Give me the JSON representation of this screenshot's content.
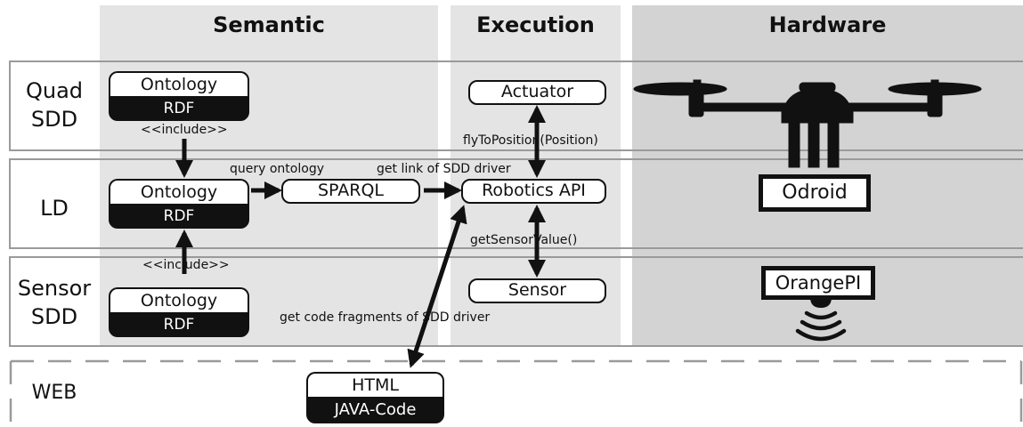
{
  "columns": {
    "semantic": "Semantic",
    "execution": "Execution",
    "hardware": "Hardware"
  },
  "rows": {
    "quad": [
      "Quad",
      "SDD"
    ],
    "ld": "LD",
    "sensor": [
      "Sensor",
      "SDD"
    ],
    "web": "WEB"
  },
  "nodes": {
    "quad_ontology": {
      "top": "Ontology",
      "bottom": "RDF"
    },
    "ld_ontology": {
      "top": "Ontology",
      "bottom": "RDF"
    },
    "sensor_ontology": {
      "top": "Ontology",
      "bottom": "RDF"
    },
    "sparql": "SPARQL",
    "actuator": "Actuator",
    "robotics_api": "Robotics API",
    "sensor": "Sensor",
    "web_code": {
      "top": "HTML",
      "bottom": "JAVA-Code"
    }
  },
  "edge_labels": {
    "include_top": "<<include>>",
    "include_bottom": "<<include>>",
    "query_ontology": "query ontology",
    "get_link": "get link of SDD driver",
    "fly_to_position": "flyToPosition(Position)",
    "get_sensor_value": "getSensorValue()",
    "get_code_fragments": "get code fragments of SDD driver"
  },
  "hardware": {
    "odroid": "Odroid",
    "orangepi": "OrangePI"
  },
  "colors": {
    "semantic_bg": "#e4e4e4",
    "execution_bg": "#e4e4e4",
    "hardware_bg": "#d3d3d3",
    "row_border": "#9a9a9a",
    "ink": "#111111"
  }
}
